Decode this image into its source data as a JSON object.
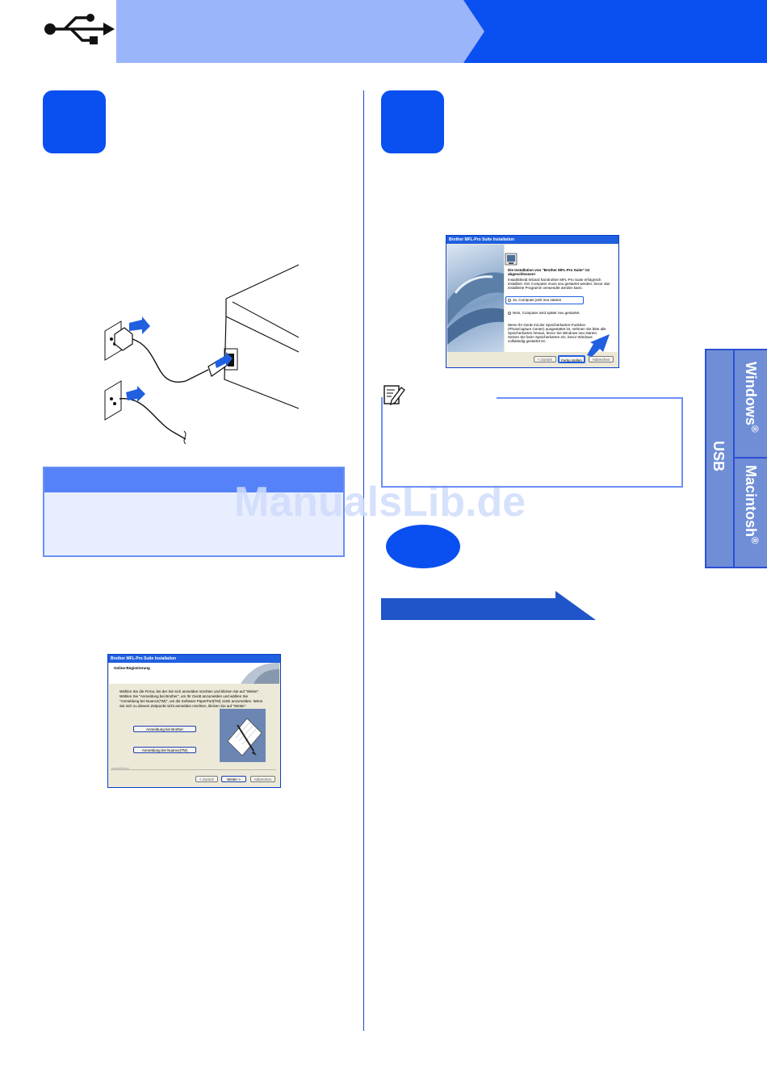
{
  "watermark": "ManualsLib.de",
  "side_tabs": {
    "windows": "Windows",
    "windows_reg": "®",
    "macintosh": "Macintosh",
    "macintosh_reg": "®",
    "usb": "USB"
  },
  "colors": {
    "header_light": "#9bb5fb",
    "header_dark": "#0a4ff0",
    "accent": "#0a4ff0",
    "tab": "#6f8ed6"
  },
  "icons": {
    "header": "usb-icon",
    "note": "note-pencil-icon",
    "arrow": "next-step-arrow"
  },
  "dialog_finish": {
    "title": "Brother MFL-Pro Suite Installation",
    "heading_1": "Die Installation von \"Brother MFL-Pro Suite\" ist",
    "heading_2": "abgeschlossen!",
    "text_1": "InstallShield Wizard hat Brother MFL-Pro Suite erfolgreich",
    "text_2": "installiert. Der Computer muss neu gestartet werden, bevor das",
    "text_3": "installierte Programm verwendet werden kann.",
    "option_yes": "Ja, Computer jetzt neu starten",
    "option_no": "Nein, Computer wird später neu gestartet.",
    "info_1": "Wenn Ihr Gerät mit der Speicherkarten-Funktion",
    "info_2": "(PhotoCapture Center) ausgestattet ist, nehmen Sie bitte alle",
    "info_3": "Speicherkarten heraus, bevor Sie Windows neu starten.",
    "info_4": "Setzen Sie beim Speicherkarten ein, bevor Windows",
    "info_5": "vollständig gestartet ist.",
    "btn_back": "< Zurück",
    "btn_finish": "Fertig stellen",
    "btn_cancel": "Abbrechen"
  },
  "dialog_register": {
    "title": "Brother MFL-Pro Suite Installation",
    "heading": "Online-Registrierung",
    "text_1": "Wählen Sie die Firma, bei der Sie sich anmelden möchten und klicken Sie auf \"Weiter\".",
    "text_2": "Wählen Sie \"Anmeldung bei Brother\", um Ihr Gerät anzumelden und wählen Sie",
    "text_3": "\"Anmeldung bei Nuance(TM)\", um die Software PaperPort(TM) 11SE anzumelden. Wenn",
    "text_4": "Sie sich zu diesem Zeitpunkt nicht anmelden möchten, klicken Sie auf \"Weiter\".",
    "btn_brother": "Anmeldung bei Brother",
    "btn_nuance": "Anmeldung bei Nuance(TM)",
    "footer": "InstallShield",
    "btn_back": "< Zurück",
    "btn_next": "Weiter >",
    "btn_cancel": "Abbrechen"
  }
}
